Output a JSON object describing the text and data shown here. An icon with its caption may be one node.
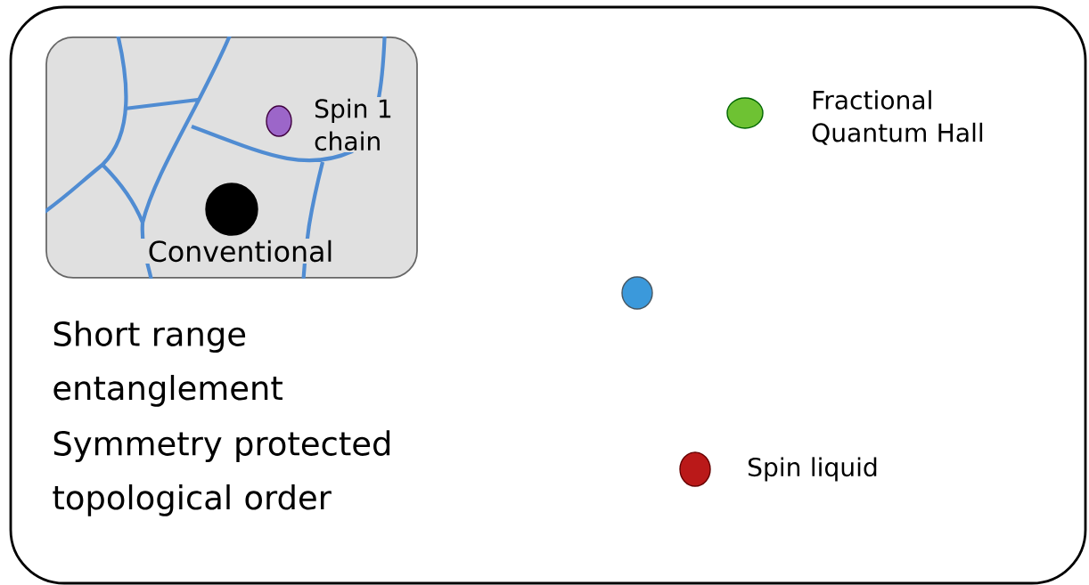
{
  "diagram": {
    "nodes": [
      {
        "text": [],
        "shape": "box"
      },
      {
        "text": [],
        "shape": "box",
        "in": 0
      },
      {
        "text": [],
        "shape": "circle",
        "in": 1,
        "beside": [
          "Spin 1 chain"
        ]
      },
      {
        "text": [],
        "shape": "circle",
        "in": 1,
        "beside": [
          "Conventional"
        ]
      },
      {
        "text": [],
        "shape": "circle",
        "in": 0,
        "beside": [
          "Fractional Quantum Hall"
        ]
      },
      {
        "text": [],
        "shape": "circle",
        "in": 0
      },
      {
        "text": [],
        "shape": "circle",
        "in": 0,
        "beside": [
          "Spin liquid"
        ]
      }
    ],
    "labels": [
      "Short range entanglement",
      "Symmetry protected topological order"
    ]
  }
}
